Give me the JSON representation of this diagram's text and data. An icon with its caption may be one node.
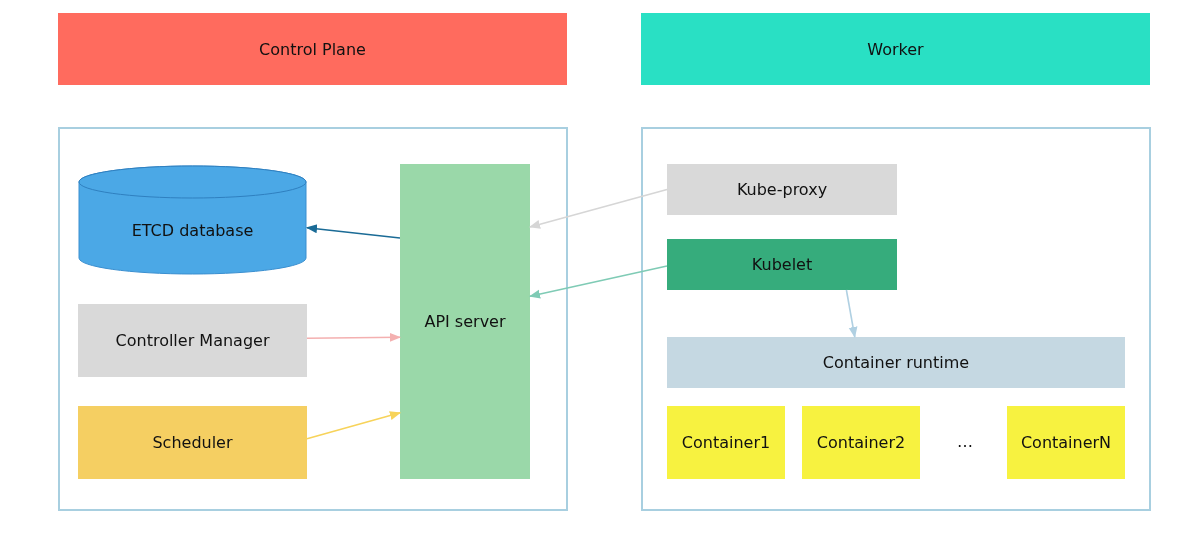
{
  "diagram": {
    "nodes": [
      {
        "text": [
          "Control Plane"
        ]
      },
      {
        "text": [
          "Worker"
        ]
      },
      {
        "text": [],
        "shape": "box"
      },
      {
        "text": [
          "ETCD database"
        ],
        "in": 2
      },
      {
        "text": [
          "Controller Manager"
        ],
        "in": 2
      },
      {
        "text": [
          "Scheduler"
        ],
        "in": 2
      },
      {
        "text": [
          "API server"
        ],
        "in": 2
      },
      {
        "text": [],
        "shape": "box"
      },
      {
        "text": [
          "Kube-proxy"
        ],
        "in": 7
      },
      {
        "text": [
          "Kubelet"
        ],
        "in": 7
      },
      {
        "text": [
          "Container runtime"
        ],
        "in": 7
      },
      {
        "text": [
          "Container1"
        ],
        "in": 7
      },
      {
        "text": [
          "Container2"
        ],
        "in": 7
      },
      {
        "text": [
          "ContainerN"
        ],
        "in": 7
      }
    ],
    "edges": [
      {
        "from": 6,
        "to": 3,
        "arrow": "to",
        "color": "#1a6b96"
      },
      {
        "from": 4,
        "to": 6,
        "arrow": "to",
        "color": "#f4b0b0"
      },
      {
        "from": 5,
        "to": 6,
        "arrow": "to",
        "color": "#f7d35a"
      },
      {
        "from": 8,
        "to": 6,
        "arrow": "to",
        "color": "#d6d6d6"
      },
      {
        "from": 9,
        "to": 6,
        "arrow": "to",
        "color": "#7fcbb5"
      },
      {
        "from": 9,
        "to": 10,
        "arrow": "to",
        "color": "#b0d0e2"
      }
    ],
    "labels": [
      "…"
    ]
  }
}
